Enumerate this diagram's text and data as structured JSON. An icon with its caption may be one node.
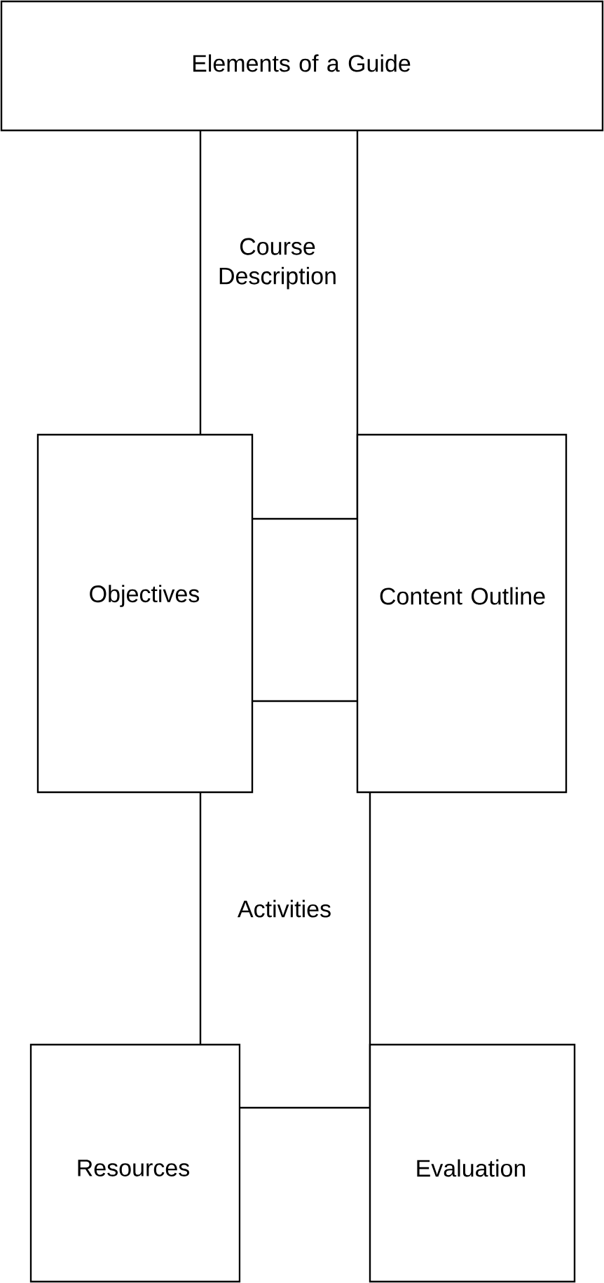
{
  "diagram": {
    "nodes": [
      {
        "text": [
          "Elements of a Guide"
        ]
      },
      {
        "text": [
          "Course Description"
        ]
      },
      {
        "text": [
          "Objectives"
        ]
      },
      {
        "text": [
          "Content Outline"
        ]
      },
      {
        "text": [
          "Activities"
        ]
      },
      {
        "text": [
          "Resources"
        ]
      },
      {
        "text": [
          "Evaluation"
        ]
      }
    ]
  }
}
